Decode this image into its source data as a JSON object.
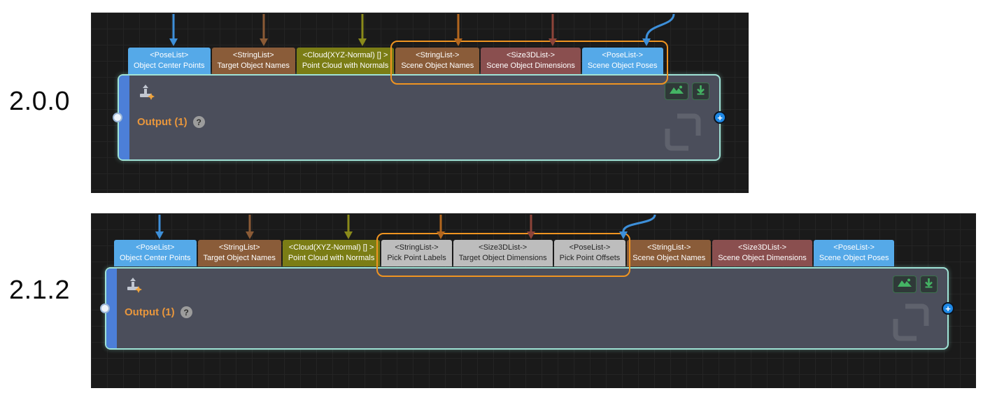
{
  "palette": {
    "blue_tab": "#55a9e8",
    "brown_tab": "#8a5c39",
    "olive_tab": "#7b7d15",
    "maroon_tab": "#8a4f4f",
    "gray_tab": "#bdbdbd",
    "highlight_outline": "#ef9421",
    "node_body": "#4b4e5b",
    "node_border": "#9fe3d6",
    "node_left_bar": "#4c7fd8",
    "output_text": "#e8963c",
    "port_plus_blue": "#1e88e5",
    "action_icon_green": "#44b464"
  },
  "icons": {
    "plus": "+"
  },
  "panels": [
    {
      "version": "2.0.0",
      "node": {
        "output_label": "Output (1)",
        "help_badge": "?"
      },
      "tabs": [
        {
          "type": "<PoseList>",
          "label": "Object Center Points",
          "color": "blue"
        },
        {
          "type": "<StringList>",
          "label": "Target Object Names",
          "color": "brown"
        },
        {
          "type": "<Cloud(XYZ-Normal) [] >",
          "label": "Point Cloud with Normals",
          "color": "olive"
        },
        {
          "type": "<StringList->",
          "label": "Scene Object Names",
          "color": "brown"
        },
        {
          "type": "<Size3DList->",
          "label": "Scene Object Dimensions",
          "color": "maroon"
        },
        {
          "type": "<PoseList->",
          "label": "Scene Object Poses",
          "color": "blue"
        }
      ]
    },
    {
      "version": "2.1.2",
      "node": {
        "output_label": "Output (1)",
        "help_badge": "?"
      },
      "tabs": [
        {
          "type": "<PoseList>",
          "label": "Object Center Points",
          "color": "blue"
        },
        {
          "type": "<StringList>",
          "label": "Target Object Names",
          "color": "brown"
        },
        {
          "type": "<Cloud(XYZ-Normal) [] >",
          "label": "Point Cloud with Normals",
          "color": "olive"
        },
        {
          "type": "<StringList->",
          "label": "Pick Point Labels",
          "color": "gray"
        },
        {
          "type": "<Size3DList->",
          "label": "Target Object Dimensions",
          "color": "gray"
        },
        {
          "type": "<PoseList->",
          "label": "Pick Point Offsets",
          "color": "gray"
        },
        {
          "type": "<StringList->",
          "label": "Scene Object Names",
          "color": "brown"
        },
        {
          "type": "<Size3DList->",
          "label": "Scene Object Dimensions",
          "color": "maroon"
        },
        {
          "type": "<PoseList->",
          "label": "Scene Object Poses",
          "color": "blue"
        }
      ]
    }
  ]
}
